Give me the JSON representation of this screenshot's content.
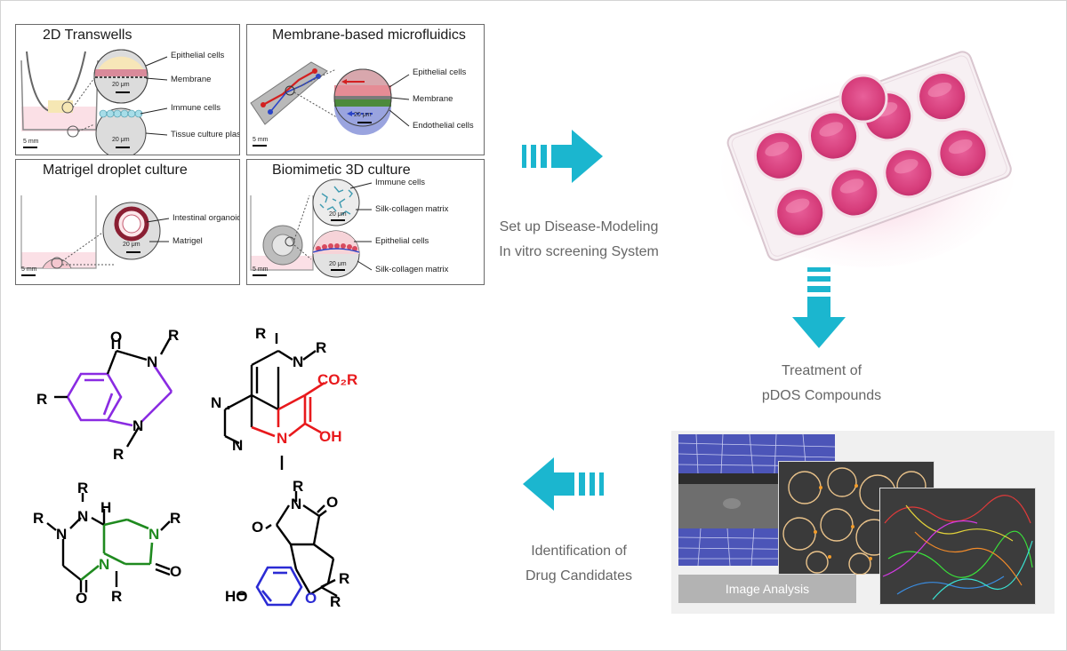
{
  "panels": {
    "transwells": {
      "title": "2D Transwells",
      "labels": [
        "Epithelial cells",
        "Membrane",
        "Immune cells",
        "Tissue culture plastic"
      ],
      "scale_zoom": "20 μm",
      "scale_zoom2": "20 μm",
      "scale_bar": "5 mm"
    },
    "microfluidics": {
      "title": "Membrane-based microfluidics",
      "labels": [
        "Epithelial cells",
        "Membrane",
        "Endothelial cells"
      ],
      "scale_zoom": "20 μm",
      "scale_bar": "5 mm"
    },
    "matrigel": {
      "title": "Matrigel droplet culture",
      "labels": [
        "Intestinal organoid",
        "Matrigel"
      ],
      "scale_zoom": "20 μm",
      "scale_bar": "5 mm"
    },
    "biomimetic": {
      "title": "Biomimetic 3D culture",
      "labels": [
        "Immune cells",
        "Silk-collagen matrix",
        "Epithelial cells",
        "Silk-collagen matrix"
      ],
      "scale_zoom": "20 μm",
      "scale_zoom2": "20 μm",
      "scale_bar": "5 mm"
    }
  },
  "steps": {
    "setup": [
      "Set up Disease-Modeling",
      "In vitro screening System"
    ],
    "treatment": [
      "Treatment of",
      "pDOS Compounds"
    ],
    "identification": [
      "Identification of",
      "Drug Candidates"
    ]
  },
  "image_analysis": {
    "label": "Image Analysis"
  },
  "compounds": {
    "atoms": {
      "o": "O",
      "r": "R",
      "n": "N",
      "h": "H",
      "oh": "OH",
      "ho": "HO",
      "co2r": "CO₂R"
    }
  },
  "colors": {
    "arrow": "#1bb6cf",
    "well_pink": "#e0457f",
    "purple_ring": "#8a2be2",
    "red_ring": "#e8191c",
    "green_ring": "#1f8a1f",
    "blue_ring": "#2b2bd4"
  }
}
